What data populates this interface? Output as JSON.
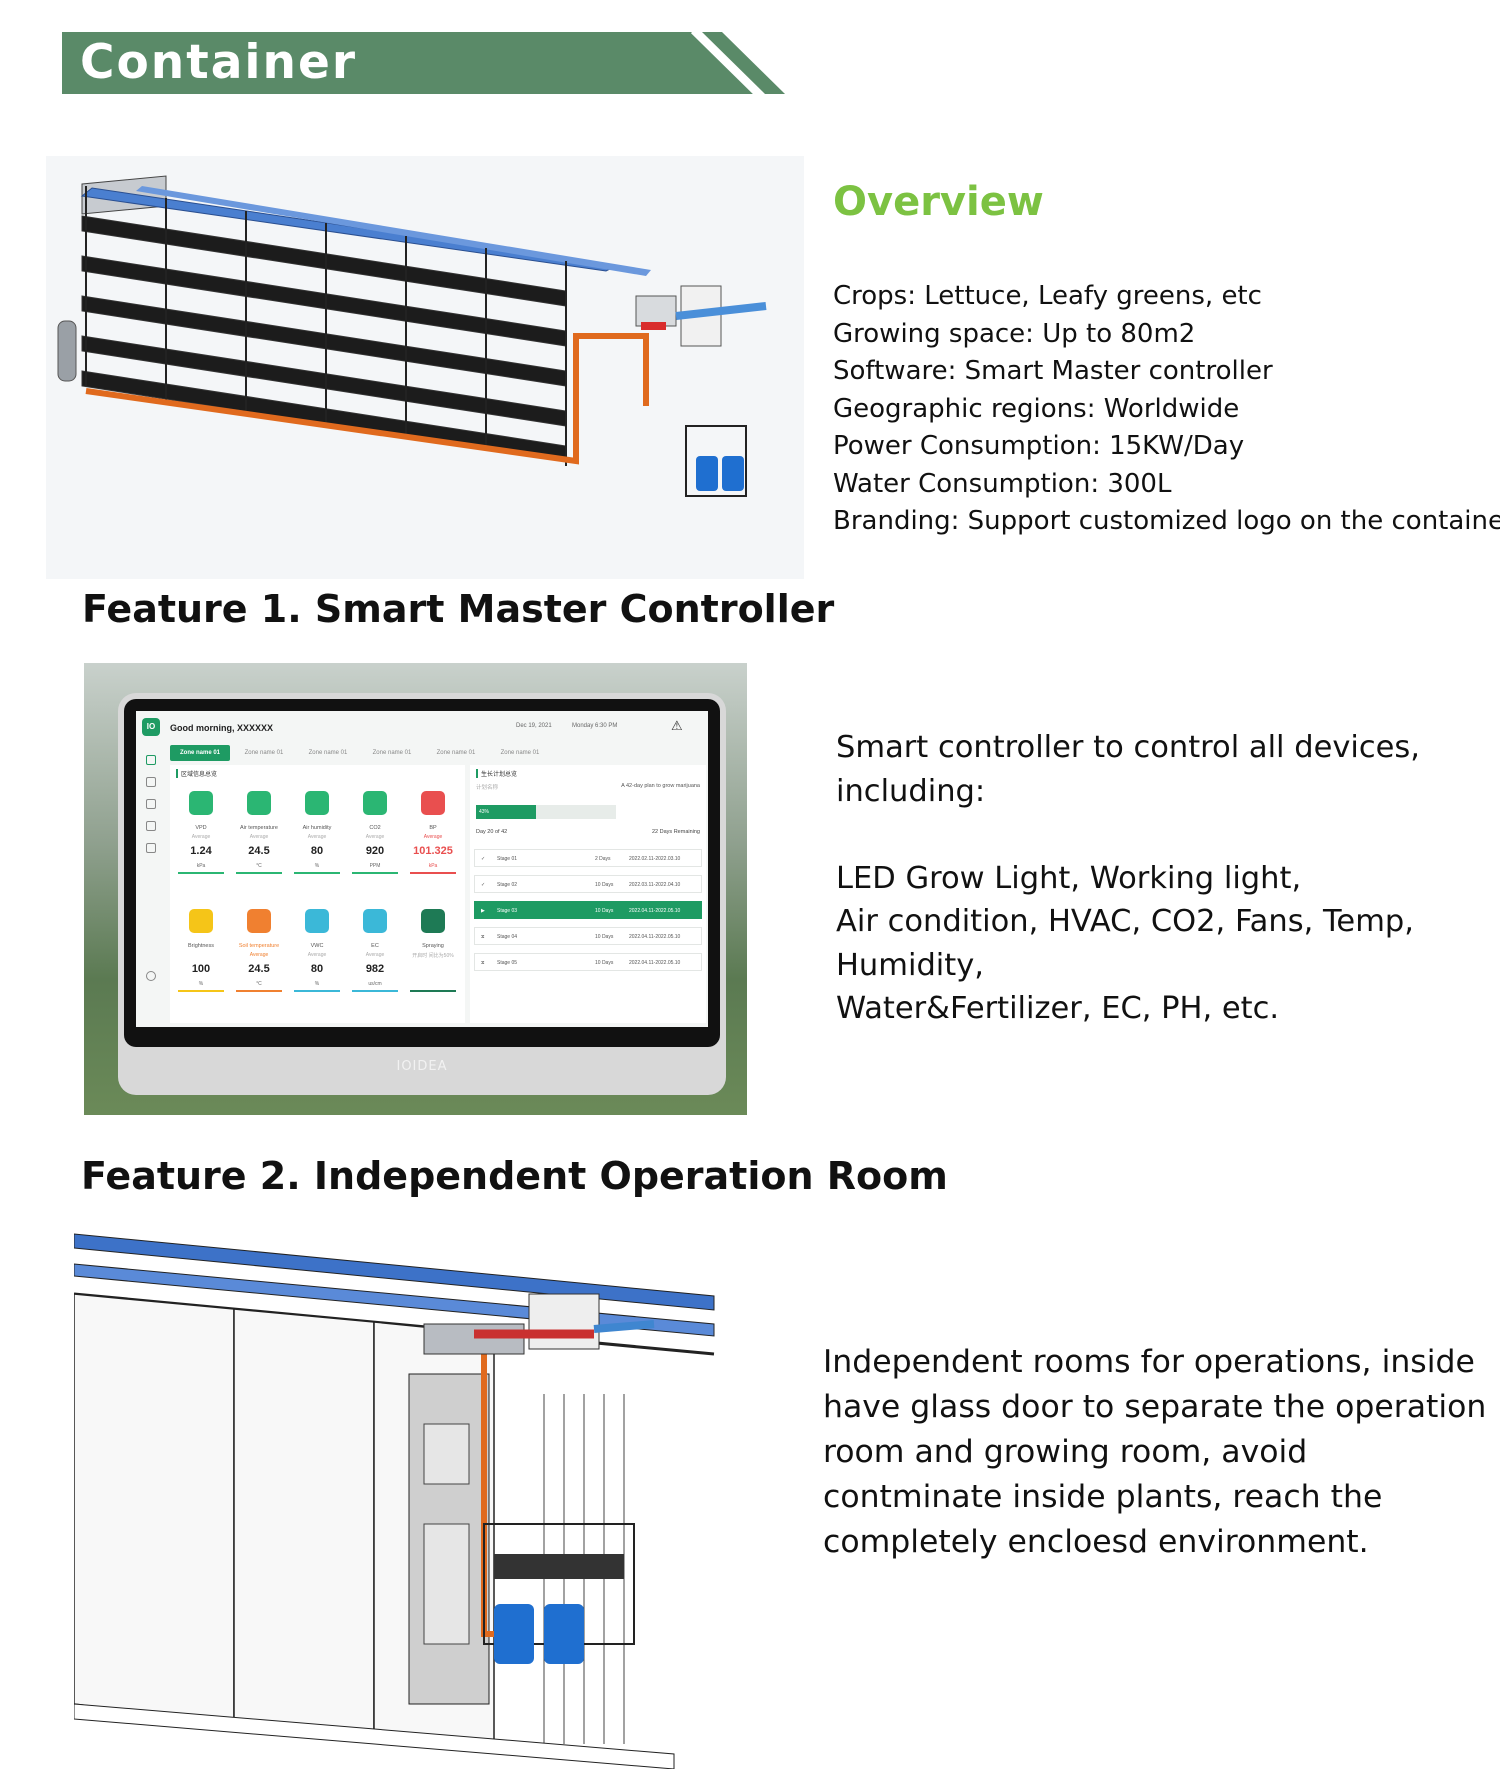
{
  "banner": {
    "title": "Container",
    "color": "#5a8a68"
  },
  "overview": {
    "title": "Overview",
    "title_color": "#7cc242",
    "items": [
      "Crops: Lettuce, Leafy greens, etc",
      "Growing space: Up to 80m2",
      "Software: Smart Master controller",
      "Geographic regions: Worldwide",
      "Power Consumption: 15KW/Day",
      "Water Consumption: 300L",
      "Branding: Support customized logo on the container"
    ]
  },
  "feature1": {
    "heading": "Feature 1. Smart Master Controller",
    "description": [
      "Smart controller to control all devices,",
      "including:",
      "",
      "LED Grow Light, Working light,",
      "Air condition, HVAC, CO2, Fans, Temp,",
      "Humidity,",
      "Water&Fertilizer, EC, PH, etc."
    ],
    "screen": {
      "logo": "IO",
      "greeting": "Good morning, XXXXXX",
      "date": "Dec 19, 2021",
      "time": "Monday 6:30 PM",
      "brand": "IOIDEA",
      "tabs": [
        "Zone name 01",
        "Zone name 01",
        "Zone name 01",
        "Zone name 01",
        "Zone name 01",
        "Zone name 01"
      ],
      "section_left": "区域信息总览",
      "section_right": "生长计划总览",
      "tiles": [
        {
          "name": "VPD",
          "avg": "Average",
          "value": "1.24",
          "unit": "kPa",
          "color": "#2bb673",
          "icon": "VPD"
        },
        {
          "name": "Air temperature",
          "avg": "Average",
          "value": "24.5",
          "unit": "°C",
          "color": "#2bb673",
          "icon": "thermometer-icon"
        },
        {
          "name": "Air humidity",
          "avg": "Average",
          "value": "80",
          "unit": "%",
          "color": "#2bb673",
          "icon": "droplet-icon"
        },
        {
          "name": "CO2",
          "avg": "Average",
          "value": "920",
          "unit": "PPM",
          "color": "#2bb673",
          "icon": "CO2"
        },
        {
          "name": "BP",
          "avg": "Average",
          "value": "101.325",
          "unit": "kPa",
          "color": "#e94f4f",
          "icon": "pressure-icon"
        },
        {
          "name": "Brightness",
          "avg": "",
          "value": "100",
          "unit": "%",
          "color": "#f5c518",
          "icon": "light-icon"
        },
        {
          "name": "Soil temperature",
          "avg": "Average",
          "value": "24.5",
          "unit": "°C",
          "color": "#f08030",
          "icon": "soil-thermometer-icon"
        },
        {
          "name": "VWC",
          "avg": "Average",
          "value": "80",
          "unit": "%",
          "color": "#3bb8d8",
          "icon": "water-content-icon"
        },
        {
          "name": "EC",
          "avg": "Average",
          "value": "982",
          "unit": "us/cm",
          "color": "#3bb8d8",
          "icon": "ec-icon"
        },
        {
          "name": "Spraying",
          "avg": "开启时\n间比为50%",
          "value": "",
          "unit": "",
          "color": "#1e7a55",
          "icon": "spray-icon"
        }
      ],
      "plan": {
        "label": "计划名称",
        "name": "A 42-day plan to grow marijuana",
        "progress_label": "43%",
        "progress": 0.43,
        "day": "Day 20  of  42",
        "remaining": "22 Days Remaining",
        "stages": [
          {
            "name": "Stage 01",
            "days": "2 Days",
            "range": "2022.02.11-2022.03.10",
            "status": "done"
          },
          {
            "name": "Stage 02",
            "days": "10 Days",
            "range": "2022.03.11-2022.04.10",
            "status": "done"
          },
          {
            "name": "Stage 03",
            "days": "10 Days",
            "range": "2022.04.11-2022.05.10",
            "status": "current"
          },
          {
            "name": "Stage 04",
            "days": "10 Days",
            "range": "2022.04.11-2022.05.10",
            "status": "pending"
          },
          {
            "name": "Stage 05",
            "days": "10 Days",
            "range": "2022.04.11-2022.05.10",
            "status": "pending"
          }
        ]
      }
    }
  },
  "feature2": {
    "heading": "Feature 2. Independent Operation Room",
    "description": "Independent rooms for operations, inside have glass door to separate the operation room and growing room, avoid contminate inside plants, reach the completely encloesd environment."
  }
}
